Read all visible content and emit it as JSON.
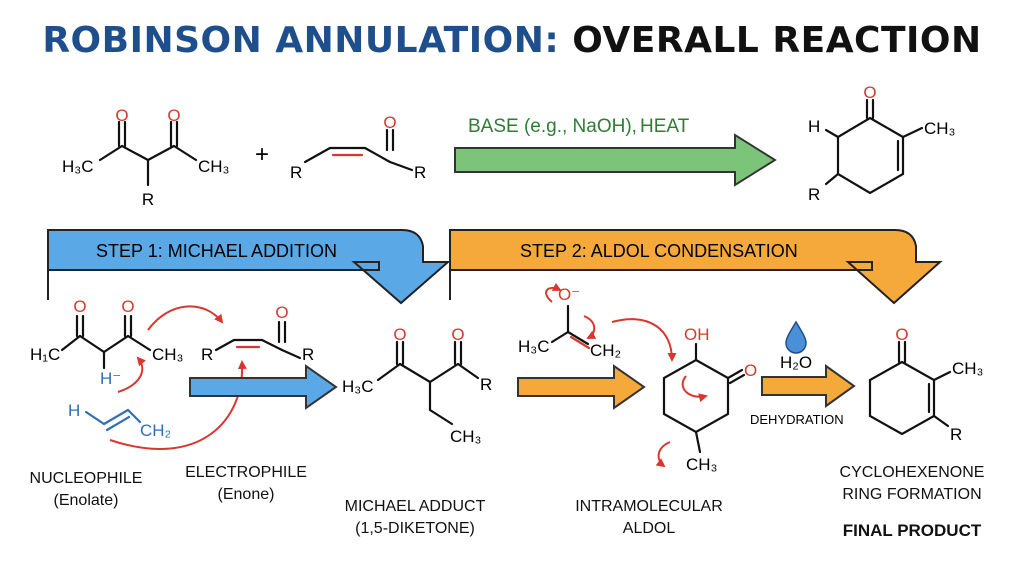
{
  "title": {
    "part1": "ROBINSON ANNULATION:",
    "part2": "OVERALL REACTION"
  },
  "overall": {
    "condition_base": "BASE (e.g., NaOH),",
    "condition_heat": "HEAT",
    "plus": "+",
    "diketone": {
      "o1": "O",
      "o2": "O",
      "left": "H₃C",
      "right": "CH₃",
      "sub": "R"
    },
    "enone": {
      "left": "R",
      "o": "O",
      "right": "R"
    },
    "product": {
      "h": "H",
      "o": "O",
      "me": "CH₃",
      "r": "R"
    }
  },
  "steps": {
    "step1": "STEP 1: MICHAEL ADDITION",
    "step2": "STEP 2: ALDOL CONDENSATION"
  },
  "mech": {
    "nucleophile": {
      "o1": "O",
      "o2": "O",
      "left": "H₁C",
      "right": "CH₃",
      "h_minus": "H⁻"
    },
    "electrophile": {
      "r1": "R",
      "o": "O",
      "r2": "R"
    },
    "vinyl": {
      "h": "H",
      "ch2": "CH₂"
    },
    "adduct": {
      "o1": "O",
      "o2": "O",
      "left": "H₃C",
      "r": "R",
      "ch3": "CH₃"
    },
    "enolate": {
      "o_minus": "O⁻",
      "left": "H₃C",
      "right": "CH₂"
    },
    "aldol": {
      "oh": "OH",
      "o": "O",
      "ch3": "CH₃"
    },
    "water": "H₂O",
    "dehydration": "DEHYDRATION",
    "final": {
      "o": "O",
      "ch3": "CH₃",
      "r": "R"
    }
  },
  "captions": {
    "nucleophile": [
      "NUCLEOPHILE",
      "(Enolate)"
    ],
    "electrophile": [
      "ELECTROPHILE",
      "(Enone)"
    ],
    "adduct": [
      "MICHAEL ADDUCT",
      "(1,5-DIKETONE)"
    ],
    "intramolecular": [
      "INTRAMOLECULAR",
      "ALDOL"
    ],
    "ring": [
      "CYCLOHEXENONE",
      "RING FORMATION"
    ],
    "final": "FINAL PRODUCT"
  },
  "colors": {
    "blue_arrow": "#5aa9e6",
    "orange_arrow": "#f6a93b",
    "green_arrow": "#7cc47a",
    "oxygen_red": "#d13b2f",
    "title_blue": "#1f4e8c",
    "curly_red": "#d8362e",
    "hydrogen_blue": "#2f6fb3"
  }
}
